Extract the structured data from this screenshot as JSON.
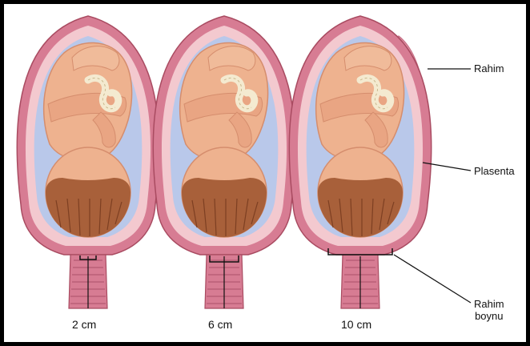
{
  "labels": {
    "uterus": "Rahim",
    "placenta": "Plasenta",
    "cervix_line1": "Rahim",
    "cervix_line2": "boynu"
  },
  "measurements": [
    "2 cm",
    "6 cm",
    "10 cm"
  ],
  "colors": {
    "uterus_wall": "#d77c93",
    "uterus_inner": "#f3c9cf",
    "amniotic_fluid": "#b9c8ea",
    "skin": "#eeb28f",
    "skin_shadow": "#d58d6d",
    "hair": "#a8603a",
    "umbilical_cord": "#f4ead0",
    "placenta": "#e49aa9",
    "border": "#000000"
  }
}
